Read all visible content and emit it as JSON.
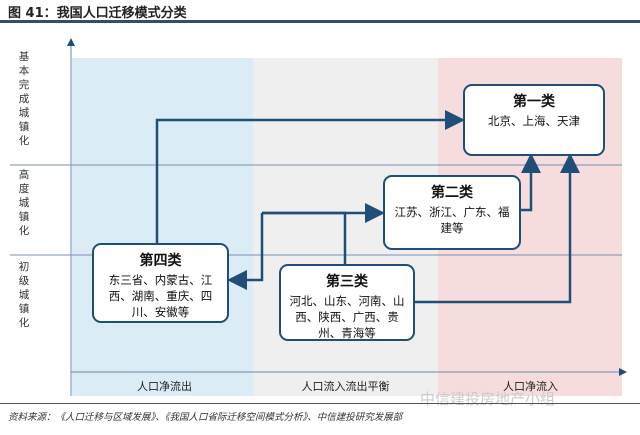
{
  "title": "图 41：我国人口迁移模式分类",
  "y_levels": [
    "基本完成城镇化",
    "高度城镇化",
    "初级城镇化"
  ],
  "x_levels": [
    "人口净流出",
    "人口流入流出平衡",
    "人口净流入"
  ],
  "boxes": [
    {
      "title": "第一类",
      "body": "北京、上海、天津"
    },
    {
      "title": "第二类",
      "body": "江苏、浙江、广东、福建等"
    },
    {
      "title": "第三类",
      "body": "河北、山东、河南、山西、陕西、广西、贵州、青海等"
    },
    {
      "title": "第四类",
      "body": "东三省、内蒙古、江西、湖南、重庆、四川、安徽等"
    }
  ],
  "source": "资料来源：《人口迁移与区域发展》、《我国人口省际迁移空间模式分析》、中信建投研究发展部",
  "watermark": "中信建投房地产小组",
  "colors": {
    "out": "#dcecf6",
    "balance": "#efefef",
    "in": "#f6dcdc",
    "arrow": "#1f4e79"
  }
}
